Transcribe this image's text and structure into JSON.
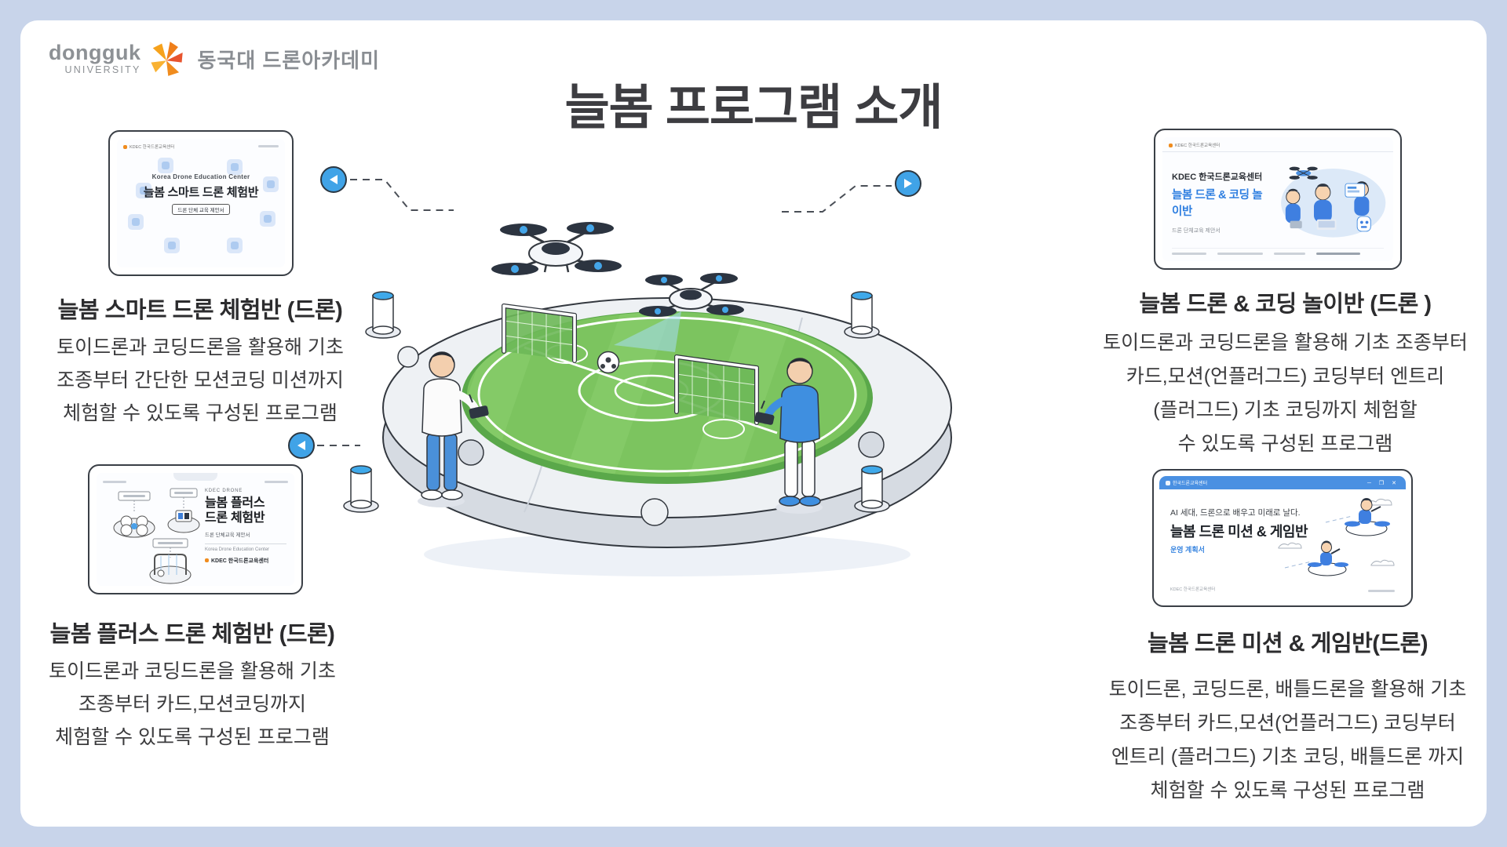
{
  "page": {
    "frame_color": "#c8d4ea",
    "card_color": "#ffffff",
    "accent_blue": "#40a3e7",
    "field_green": "#7cc45f"
  },
  "header": {
    "logo": {
      "brand_top": "dongguk",
      "brand_bottom": "UNIVERSITY",
      "academy": "동국대 드론아카데미"
    },
    "title": "늘봄 프로그램 소개"
  },
  "programs": [
    {
      "id": "smart-drone",
      "heading": "늘봄 스마트 드론 체험반 (드론)",
      "description": [
        "토이드론과 코딩드론을 활용해 기초",
        "조종부터 간단한 모션코딩 미션까지",
        "체험할 수 있도록 구성된  프로그램"
      ],
      "thumbnail": {
        "brand": "KDEC 한국드론교육센터",
        "org_en": "Korea Drone Education Center",
        "title": "늘봄 스마트 드론 체험반",
        "badge": "드론 단체 교육 제안서"
      }
    },
    {
      "id": "drone-coding-play",
      "heading": "늘봄 드론 & 코딩 놀이반 (드론 )",
      "description": [
        "토이드론과 코딩드론을 활용해 기초 조종부터",
        "카드,모션(언플러그드) 코딩부터 엔트리",
        "(플러그드) 기초 코딩까지 체험할",
        "수 있도록 구성된  프로그램"
      ],
      "thumbnail": {
        "brand": "KDEC 한국드론교육센터",
        "org": "KDEC 한국드론교육센터",
        "title": "늘봄 드론 & 코딩 놀이반",
        "subtitle": "드론 단체교육 제안서"
      }
    },
    {
      "id": "plus-drone",
      "heading": "늘봄 플러스 드론 체험반 (드론)",
      "description": [
        "토이드론과 코딩드론을 활용해 기초",
        "조종부터 카드,모션코딩까지",
        "체험할 수 있도록 구성된  프로그램"
      ],
      "thumbnail": {
        "brand": "KDEC DRONE",
        "title_line1": "늘봄 플러스",
        "title_line2": "드론 체험반",
        "subtitle": "드론 단체교육 제안서",
        "org_en": "Korea Drone Education Center",
        "org_kr": "KDEC 한국드론교육센터"
      }
    },
    {
      "id": "drone-mission-game",
      "heading": "늘봄 드론 미션 & 게임반(드론)",
      "description": [
        "토이드론, 코딩드론, 배틀드론을 활용해 기초",
        "조종부터 카드,모션(언플러그드) 코딩부터",
        "엔트리 (플러그드) 기초 코딩, 배틀드론 까지",
        "체험할 수 있도록 구성된  프로그램"
      ],
      "thumbnail": {
        "window_title": "한국드론교육센터",
        "tagline": "AI 세대, 드론으로 배우고 미래로 날다.",
        "title": "늘봄 드론 미션 & 게임반",
        "subtitle": "운영 계획서",
        "footer": "KDEC 한국드론교육센터",
        "window_controls": "─ ❐ ✕"
      }
    }
  ]
}
